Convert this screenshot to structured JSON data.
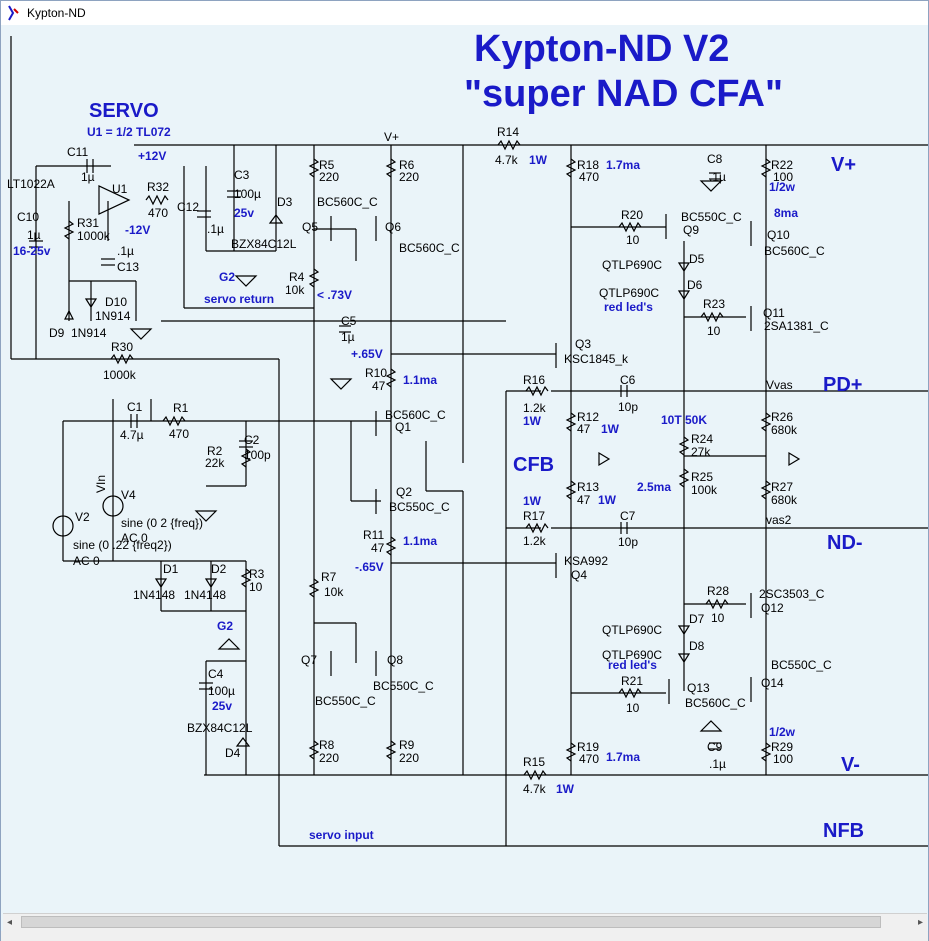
{
  "window": {
    "title": "Kypton-ND"
  },
  "schematic": {
    "title1": "Kypton-ND V2",
    "title2": "\"super NAD CFA\"",
    "servo": {
      "title": "SERVO",
      "subtitle": "U1 = 1/2 TL072"
    },
    "notes": {
      "plus12v": "+12V",
      "minus12v": "-12V",
      "u1_part": "LT1022A",
      "servo_return": "servo return",
      "servo_input": "servo input",
      "vplus_short": "V+",
      "red_leds_1": "red led's",
      "red_leds_2": "red led's",
      "ten_t_50k": "10T 50K",
      "v073": "< .73V",
      "v065p": "+.65V",
      "v065m": "-.65V",
      "vvas": "Vvas",
      "vas2": "vas2",
      "vin": "VIn",
      "cur_11ma_a": "1.1ma",
      "cur_11ma_b": "1.1ma",
      "cur_17ma_a": "1.7ma",
      "cur_17ma_b": "1.7ma",
      "cur_8ma": "8ma",
      "cur_25ma": "2.5ma",
      "pw_half_a": "1/2w",
      "pw_half_b": "1/2w",
      "w1_a": "1W",
      "w1_b": "1W",
      "w1_c": "1W",
      "w1_d": "1W",
      "w1_e": "1W",
      "w1_f": "1W",
      "c25v_a": "25v",
      "c25v_b": "25v",
      "c1625v": "16-25v",
      "v4_src": "sine (0 2 {freq})",
      "v4_ac": "AC 0",
      "v2_src": "sine (0 .22 {freq2})",
      "v2_ac": "AC 0",
      "g2_a": "G2",
      "g2_b": "G2"
    },
    "nets": {
      "vplus": "V+",
      "vminus": "V-",
      "pdplus": "PD+",
      "ndminus": "ND-",
      "cfb": "CFB",
      "nfb": "NFB"
    },
    "parts": {
      "c11": {
        "ref": "C11",
        "val": "1µ"
      },
      "u1": {
        "ref": "U1"
      },
      "r32": {
        "ref": "R32",
        "val": "470"
      },
      "c12": {
        "ref": "C12",
        "val": ".1µ"
      },
      "c3": {
        "ref": "C3",
        "val": "100µ"
      },
      "d3": {
        "ref": "D3",
        "val": "BZX84C12L"
      },
      "c10": {
        "ref": "C10",
        "val": "1µ"
      },
      "r31": {
        "ref": "R31",
        "val": "1000k"
      },
      "c13": {
        "ref": "C13",
        "val": ".1µ"
      },
      "d10": {
        "ref": "D10",
        "val": "1N914"
      },
      "d9": {
        "ref": "D9",
        "val": "1N914"
      },
      "r30": {
        "ref": "R30",
        "val": "1000k"
      },
      "r5": {
        "ref": "R5",
        "val": "220"
      },
      "r6": {
        "ref": "R6",
        "val": "220"
      },
      "q5": {
        "ref": "Q5",
        "val": "BC560C_C"
      },
      "q6": {
        "ref": "Q6",
        "val": "BC560C_C"
      },
      "r4": {
        "ref": "R4",
        "val": "10k"
      },
      "c5": {
        "ref": "C5",
        "val": "1µ"
      },
      "r10": {
        "ref": "R10",
        "val": "47"
      },
      "q1": {
        "ref": "Q1",
        "val": "BC560C_C"
      },
      "q2": {
        "ref": "Q2",
        "val": "BC550C_C"
      },
      "r11": {
        "ref": "R11",
        "val": "47"
      },
      "r7": {
        "ref": "R7",
        "val": "10k"
      },
      "q7": {
        "ref": "Q7",
        "val": "BC550C_C"
      },
      "q8": {
        "ref": "Q8",
        "val": "BC550C_C"
      },
      "r8": {
        "ref": "R8",
        "val": "220"
      },
      "r9": {
        "ref": "R9",
        "val": "220"
      },
      "c1": {
        "ref": "C1",
        "val": "4.7µ"
      },
      "r1": {
        "ref": "R1",
        "val": "470"
      },
      "r2": {
        "ref": "R2",
        "val": "22k"
      },
      "c2": {
        "ref": "C2",
        "val": "100p"
      },
      "v4": {
        "ref": "V4"
      },
      "v2": {
        "ref": "V2"
      },
      "d1": {
        "ref": "D1",
        "val": "1N4148"
      },
      "d2": {
        "ref": "D2",
        "val": "1N4148"
      },
      "r3": {
        "ref": "R3",
        "val": "10"
      },
      "c4": {
        "ref": "C4",
        "val": "100µ"
      },
      "d4": {
        "ref": "D4",
        "val": "BZX84C12L"
      },
      "r14": {
        "ref": "R14",
        "val": "4.7k"
      },
      "r18": {
        "ref": "R18",
        "val": "470"
      },
      "c8": {
        "ref": "C8",
        "val": ".1µ"
      },
      "r22": {
        "ref": "R22",
        "val": "100"
      },
      "r20": {
        "ref": "R20",
        "val": "10"
      },
      "q9": {
        "ref": "Q9",
        "val": "BC550C_C"
      },
      "q10": {
        "ref": "Q10",
        "val": "BC560C_C"
      },
      "d5": {
        "ref": "D5",
        "val": "QTLP690C"
      },
      "d6": {
        "ref": "D6",
        "val": "QTLP690C"
      },
      "r23": {
        "ref": "R23",
        "val": "10"
      },
      "q11": {
        "ref": "Q11",
        "val": "2SA1381_C"
      },
      "q3": {
        "ref": "Q3",
        "val": "KSC1845_k"
      },
      "r16": {
        "ref": "R16",
        "val": "1.2k"
      },
      "c6": {
        "ref": "C6",
        "val": "10p"
      },
      "r12": {
        "ref": "R12",
        "val": "47"
      },
      "r24": {
        "ref": "R24",
        "val": "27k"
      },
      "r26": {
        "ref": "R26",
        "val": "680k"
      },
      "r25": {
        "ref": "R25",
        "val": "100k"
      },
      "r13": {
        "ref": "R13",
        "val": "47"
      },
      "r27": {
        "ref": "R27",
        "val": "680k"
      },
      "r17": {
        "ref": "R17",
        "val": "1.2k"
      },
      "c7": {
        "ref": "C7",
        "val": "10p"
      },
      "q4": {
        "ref": "Q4",
        "val": "KSA992"
      },
      "r28": {
        "ref": "R28",
        "val": "10"
      },
      "q12": {
        "ref": "Q12",
        "val": "2SC3503_C"
      },
      "d7": {
        "ref": "D7",
        "val": "QTLP690C"
      },
      "d8": {
        "ref": "D8",
        "val": "QTLP690C"
      },
      "r21": {
        "ref": "R21",
        "val": "10"
      },
      "q13": {
        "ref": "Q13",
        "val": "BC560C_C"
      },
      "q14": {
        "ref": "Q14",
        "val": "BC550C_C"
      },
      "r19": {
        "ref": "R19",
        "val": "470"
      },
      "c9": {
        "ref": "C9",
        "val": ".1µ"
      },
      "r29": {
        "ref": "R29",
        "val": "100"
      },
      "r15": {
        "ref": "R15",
        "val": "4.7k"
      }
    }
  }
}
